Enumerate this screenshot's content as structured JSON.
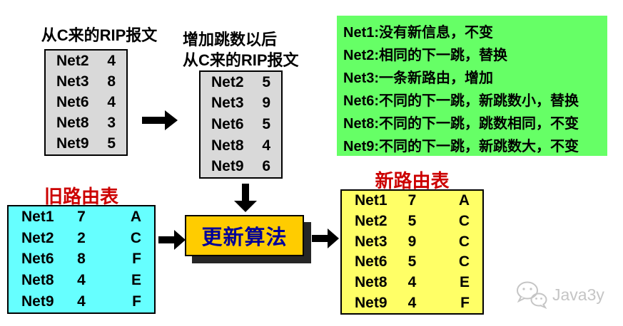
{
  "colors": {
    "green_box": "#66FF66",
    "cyan_table": "#66FFFF",
    "yellow_table": "#FFFF66",
    "gray_table": "#D9D9D9",
    "button_bg": "#FFCC00",
    "button_text": "#000099",
    "red_title": "#CC0000",
    "arrow": "#000000",
    "watermark_gray": "#C5C5C5"
  },
  "rip_message_from_c": {
    "title": "从C来的RIP报文",
    "rows": [
      {
        "net": "Net2",
        "hops": "4"
      },
      {
        "net": "Net3",
        "hops": "8"
      },
      {
        "net": "Net6",
        "hops": "4"
      },
      {
        "net": "Net8",
        "hops": "3"
      },
      {
        "net": "Net9",
        "hops": "5"
      }
    ]
  },
  "rip_message_incremented": {
    "title_line1": "增加跳数以后",
    "title_line2": "从C来的RIP报文",
    "rows": [
      {
        "net": "Net2",
        "hops": "5"
      },
      {
        "net": "Net3",
        "hops": "9"
      },
      {
        "net": "Net6",
        "hops": "5"
      },
      {
        "net": "Net8",
        "hops": "4"
      },
      {
        "net": "Net9",
        "hops": "6"
      }
    ]
  },
  "update_rules": {
    "lines": [
      "Net1:没有新信息，不变",
      "Net2:相同的下一跳，替换",
      "Net3:一条新路由，增加",
      "Net6:不同的下一跳，新跳数小，替换",
      "Net8:不同的下一跳，跳数相同，不变",
      "Net9:不同的下一跳，新跳数大，不变"
    ]
  },
  "old_routing_table": {
    "title": "旧路由表",
    "rows": [
      {
        "net": "Net1",
        "hops": "7",
        "next_hop": "A"
      },
      {
        "net": "Net2",
        "hops": "2",
        "next_hop": "C"
      },
      {
        "net": "Net6",
        "hops": "8",
        "next_hop": "F"
      },
      {
        "net": "Net8",
        "hops": "4",
        "next_hop": "E"
      },
      {
        "net": "Net9",
        "hops": "4",
        "next_hop": "F"
      }
    ]
  },
  "update_algorithm": {
    "label": "更新算法"
  },
  "new_routing_table": {
    "title": "新路由表",
    "rows": [
      {
        "net": "Net1",
        "hops": "7",
        "next_hop": "A"
      },
      {
        "net": "Net2",
        "hops": "5",
        "next_hop": "C"
      },
      {
        "net": "Net3",
        "hops": "9",
        "next_hop": "C"
      },
      {
        "net": "Net6",
        "hops": "5",
        "next_hop": "C"
      },
      {
        "net": "Net8",
        "hops": "4",
        "next_hop": "E"
      },
      {
        "net": "Net9",
        "hops": "4",
        "next_hop": "F"
      }
    ]
  },
  "watermark": {
    "label": "Java3y"
  }
}
